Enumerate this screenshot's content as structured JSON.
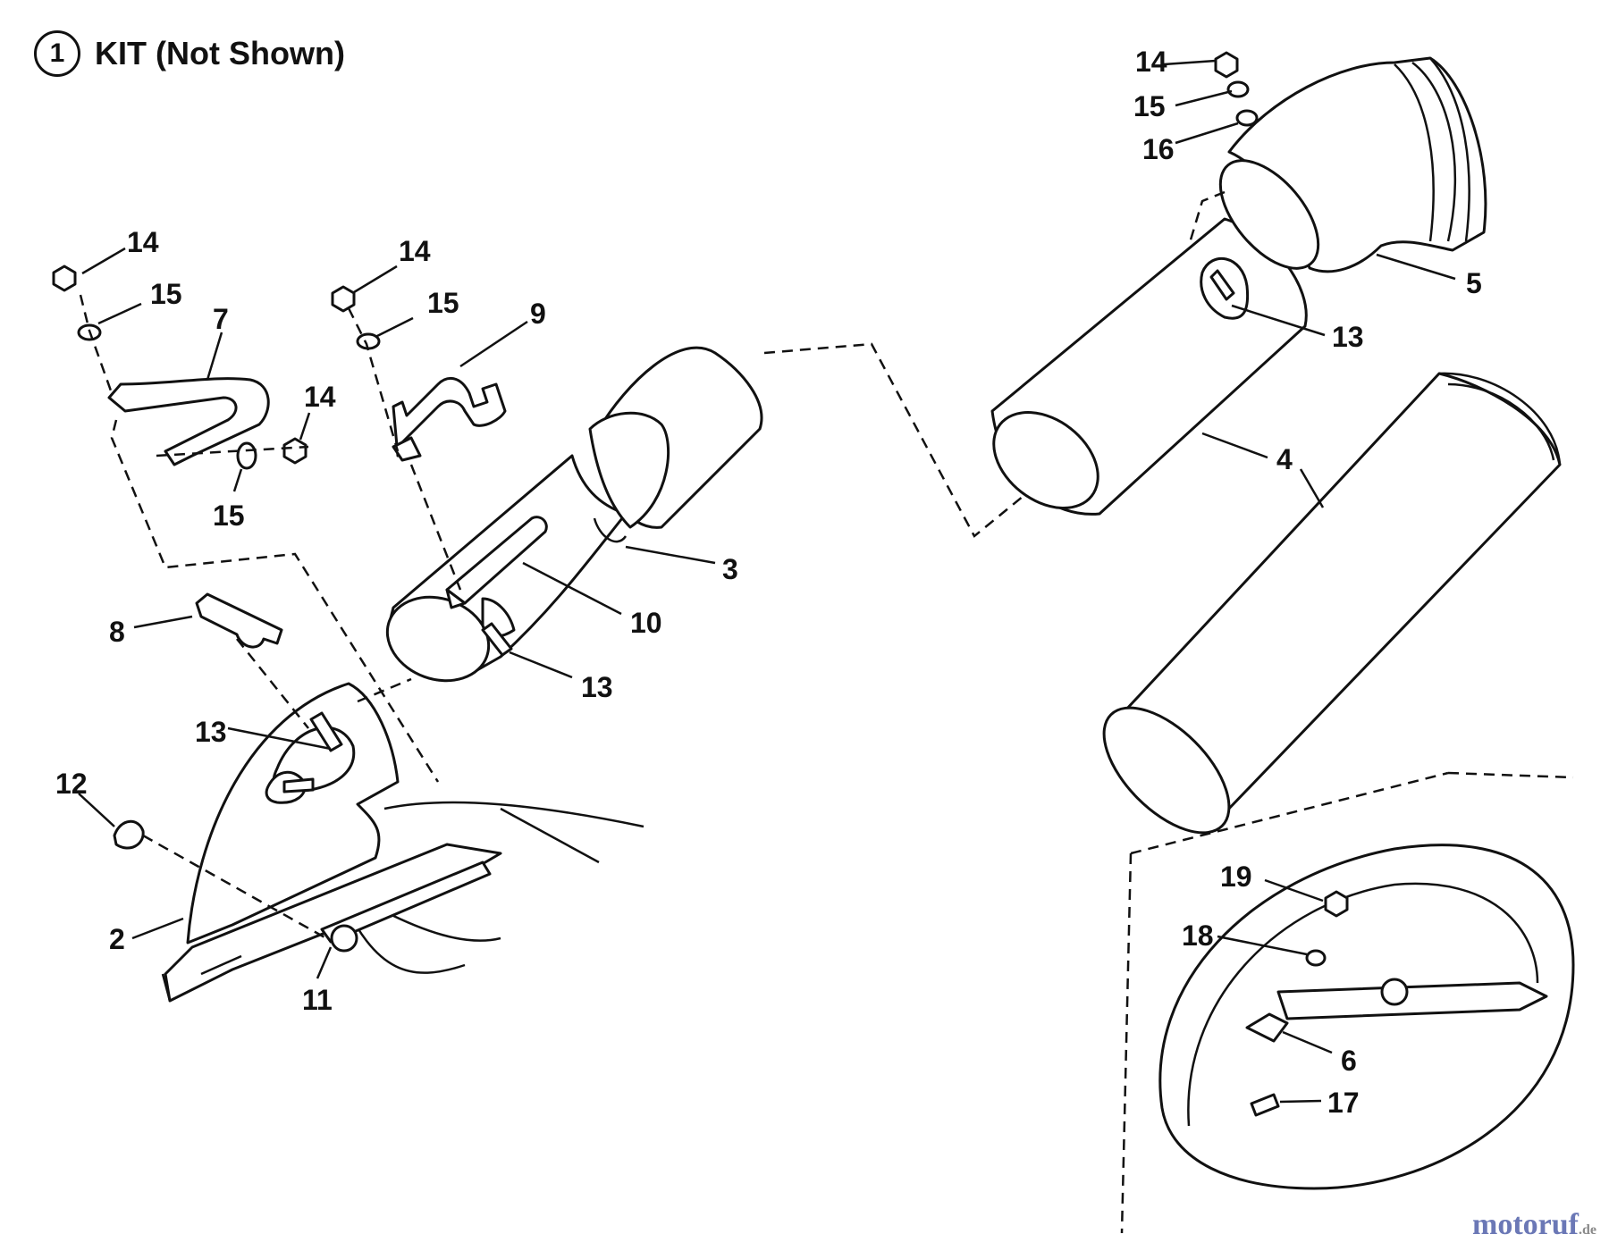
{
  "title": {
    "number": "1",
    "text": "KIT (Not Shown)"
  },
  "watermark": {
    "text": "motoruf",
    "suffix": ".de"
  },
  "callouts": [
    {
      "id": "c14a",
      "label": "14"
    },
    {
      "id": "c15a",
      "label": "15"
    },
    {
      "id": "c7",
      "label": "7"
    },
    {
      "id": "c14b",
      "label": "14"
    },
    {
      "id": "c15b",
      "label": "15"
    },
    {
      "id": "c14c",
      "label": "14"
    },
    {
      "id": "c15c",
      "label": "15"
    },
    {
      "id": "c9",
      "label": "9"
    },
    {
      "id": "c8",
      "label": "8"
    },
    {
      "id": "c13a",
      "label": "13"
    },
    {
      "id": "c12",
      "label": "12"
    },
    {
      "id": "c2",
      "label": "2"
    },
    {
      "id": "c11",
      "label": "11"
    },
    {
      "id": "c10",
      "label": "10"
    },
    {
      "id": "c3",
      "label": "3"
    },
    {
      "id": "c13b",
      "label": "13"
    },
    {
      "id": "c14d",
      "label": "14"
    },
    {
      "id": "c15d",
      "label": "15"
    },
    {
      "id": "c16",
      "label": "16"
    },
    {
      "id": "c5",
      "label": "5"
    },
    {
      "id": "c13c",
      "label": "13"
    },
    {
      "id": "c4",
      "label": "4"
    },
    {
      "id": "c19",
      "label": "19"
    },
    {
      "id": "c18",
      "label": "18"
    },
    {
      "id": "c6",
      "label": "6"
    },
    {
      "id": "c17",
      "label": "17"
    }
  ]
}
